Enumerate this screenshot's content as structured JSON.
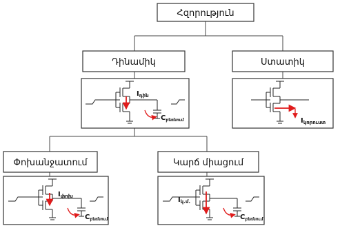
{
  "nodes": {
    "root": {
      "label": "Հզորություն"
    },
    "dynamic": {
      "label": "Դինամիկ"
    },
    "static": {
      "label": "Ստատիկ"
    },
    "switching": {
      "label": "Փոխանջատում"
    },
    "short_circuit": {
      "label": "Կարճ միացում"
    }
  },
  "circuits": {
    "dynamic": {
      "current_main": "I",
      "current_sub": "դին",
      "cap_main": "C",
      "cap_sub": "բեռնում"
    },
    "static": {
      "current_main": "I",
      "current_sub": "կորուստ"
    },
    "switching": {
      "current_main": "I",
      "current_sub": "փոխ",
      "cap_main": "C",
      "cap_sub": "բեռնում"
    },
    "short_circuit": {
      "current_main": "I",
      "current_sub": "կ.մ.",
      "cap_main": "C",
      "cap_sub": "բեռնում"
    }
  },
  "colors": {
    "line": "#222222",
    "arrow": "#e01b1b",
    "box_fill": "#ffffff"
  }
}
